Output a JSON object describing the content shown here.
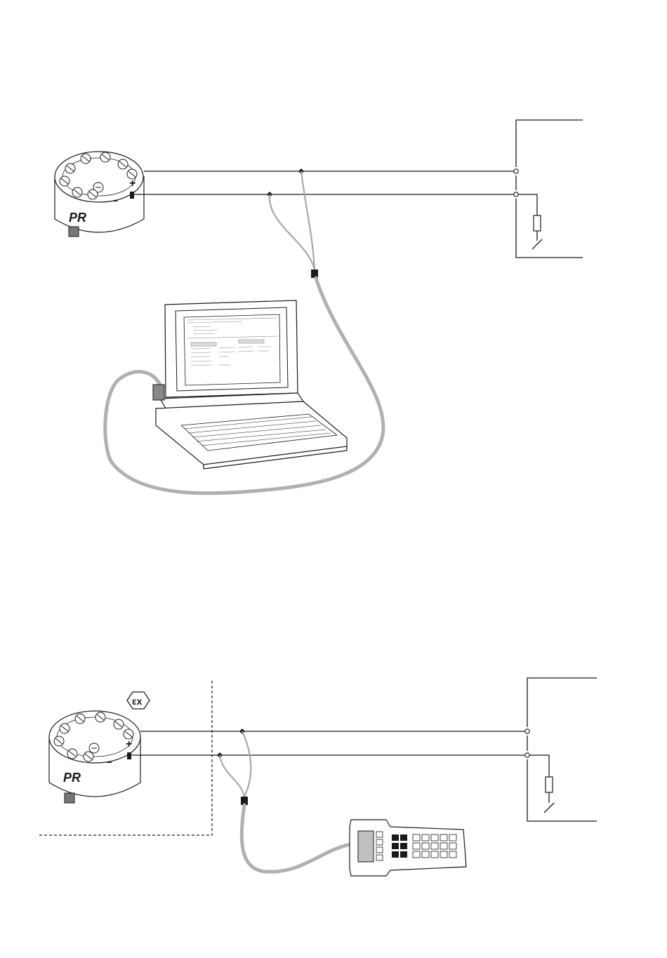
{
  "transmitter_top": {
    "brand": "PR",
    "plus": "+",
    "minus": "–"
  },
  "transmitter_bottom": {
    "brand": "PR",
    "plus": "+",
    "minus": "–"
  },
  "ex_symbol": "εx",
  "colors": {
    "line": "#1a1a1a",
    "cable": "#b0b0b0",
    "handheld_display": "#c0c0c0",
    "key_dark": "#1a1a1a"
  }
}
